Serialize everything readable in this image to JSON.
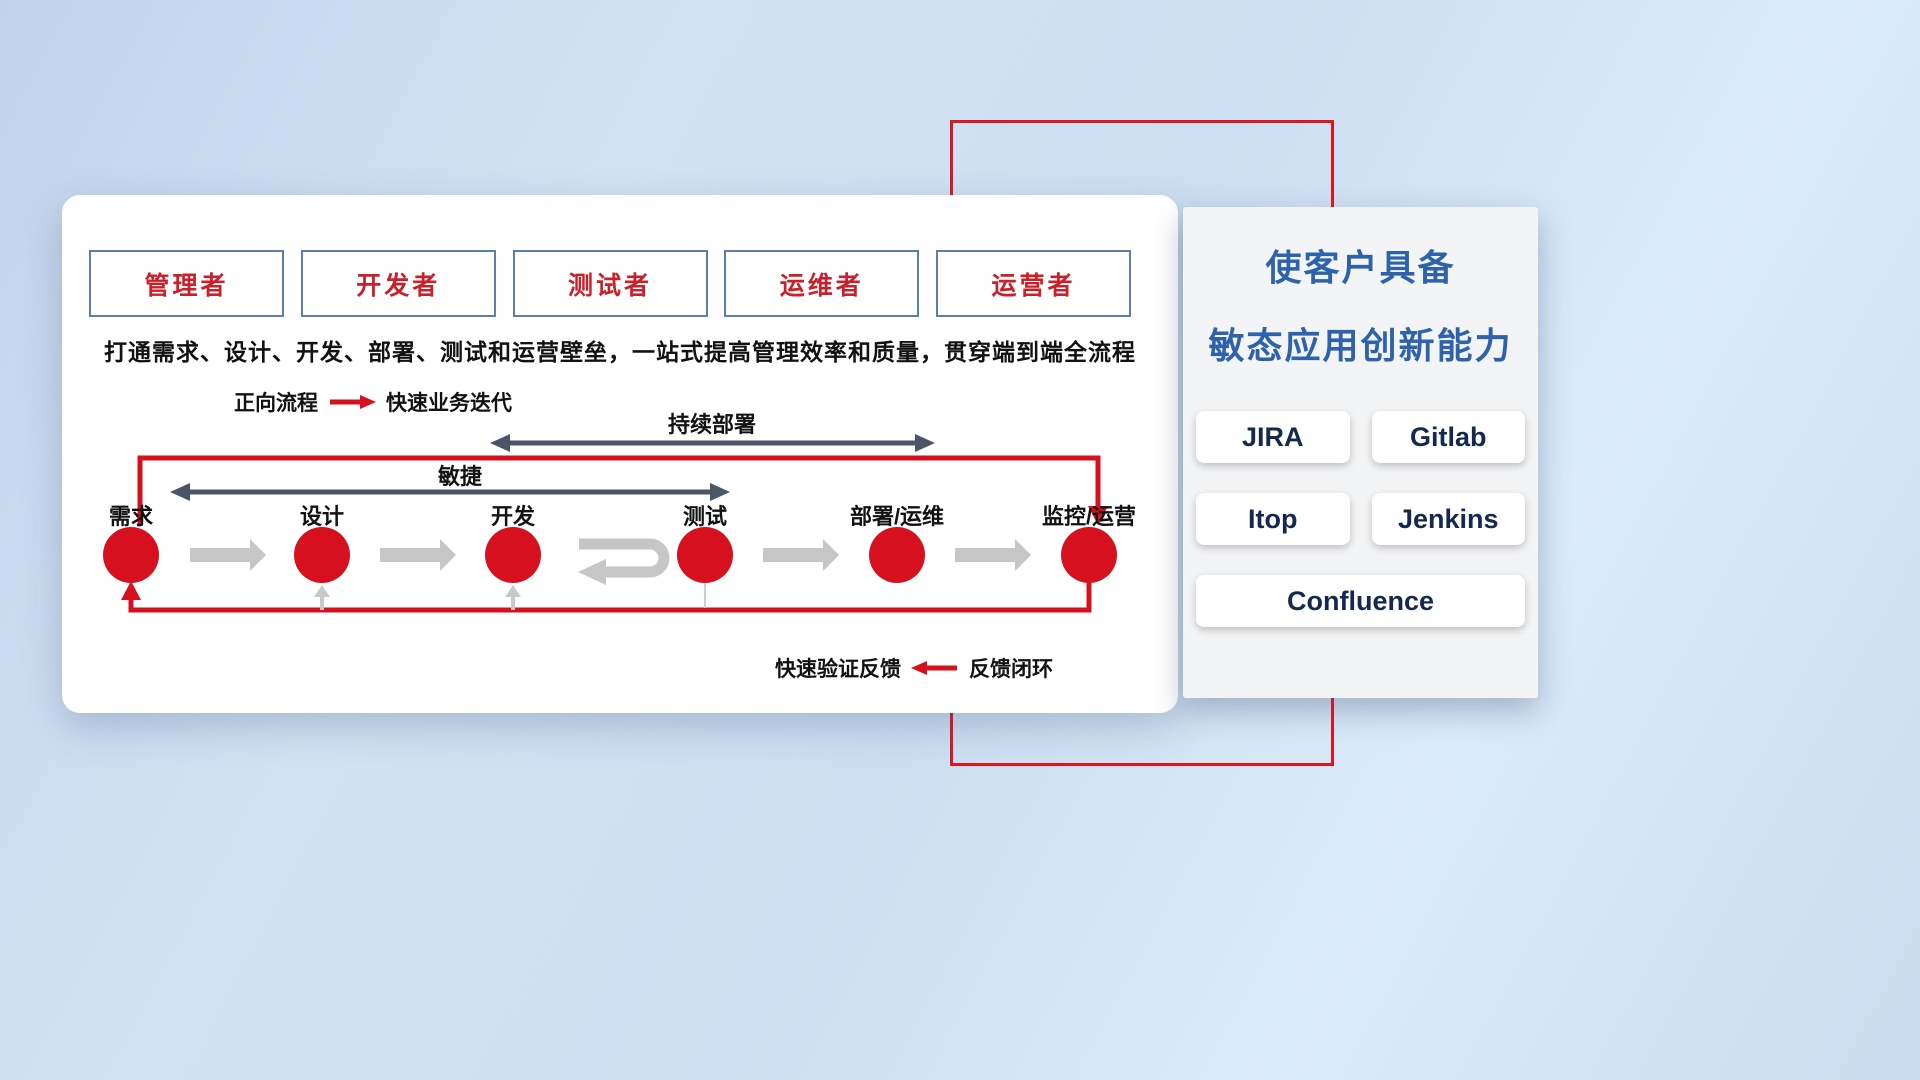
{
  "colors": {
    "accent_red": "#d6101f",
    "frame_red": "#e0161f",
    "role_text_red": "#c9202b",
    "role_border_blue": "#5d7dab",
    "title_blue": "#2e62ab",
    "slate_arrow": "#4a5568",
    "gray_arrow": "#c6c6c6",
    "tool_text_navy": "#15294e"
  },
  "roles": [
    {
      "label": "管理者"
    },
    {
      "label": "开发者"
    },
    {
      "label": "测试者"
    },
    {
      "label": "运维者"
    },
    {
      "label": "运营者"
    }
  ],
  "description": "打通需求、设计、开发、部署、测试和运营壁垒，一站式提高管理效率和质量，贯穿端到端全流程",
  "legends": {
    "forward": {
      "label": "正向流程",
      "value": "快速业务迭代"
    },
    "feedback": {
      "label": "快速验证反馈",
      "value": "反馈闭环"
    }
  },
  "flow": {
    "span_arrows": {
      "continuous_deploy": {
        "label": "持续部署"
      },
      "agile": {
        "label": "敏捷"
      }
    },
    "nodes": [
      {
        "label": "需求"
      },
      {
        "label": "设计"
      },
      {
        "label": "开发"
      },
      {
        "label": "测试"
      },
      {
        "label": "部署/运维"
      },
      {
        "label": "监控/运营"
      }
    ]
  },
  "panel": {
    "title_line1": "使客户具备",
    "title_line2": "敏态应用创新能力",
    "tools": [
      {
        "label": "JIRA"
      },
      {
        "label": "Gitlab"
      },
      {
        "label": "Itop"
      },
      {
        "label": "Jenkins"
      },
      {
        "label": "Confluence"
      }
    ]
  }
}
